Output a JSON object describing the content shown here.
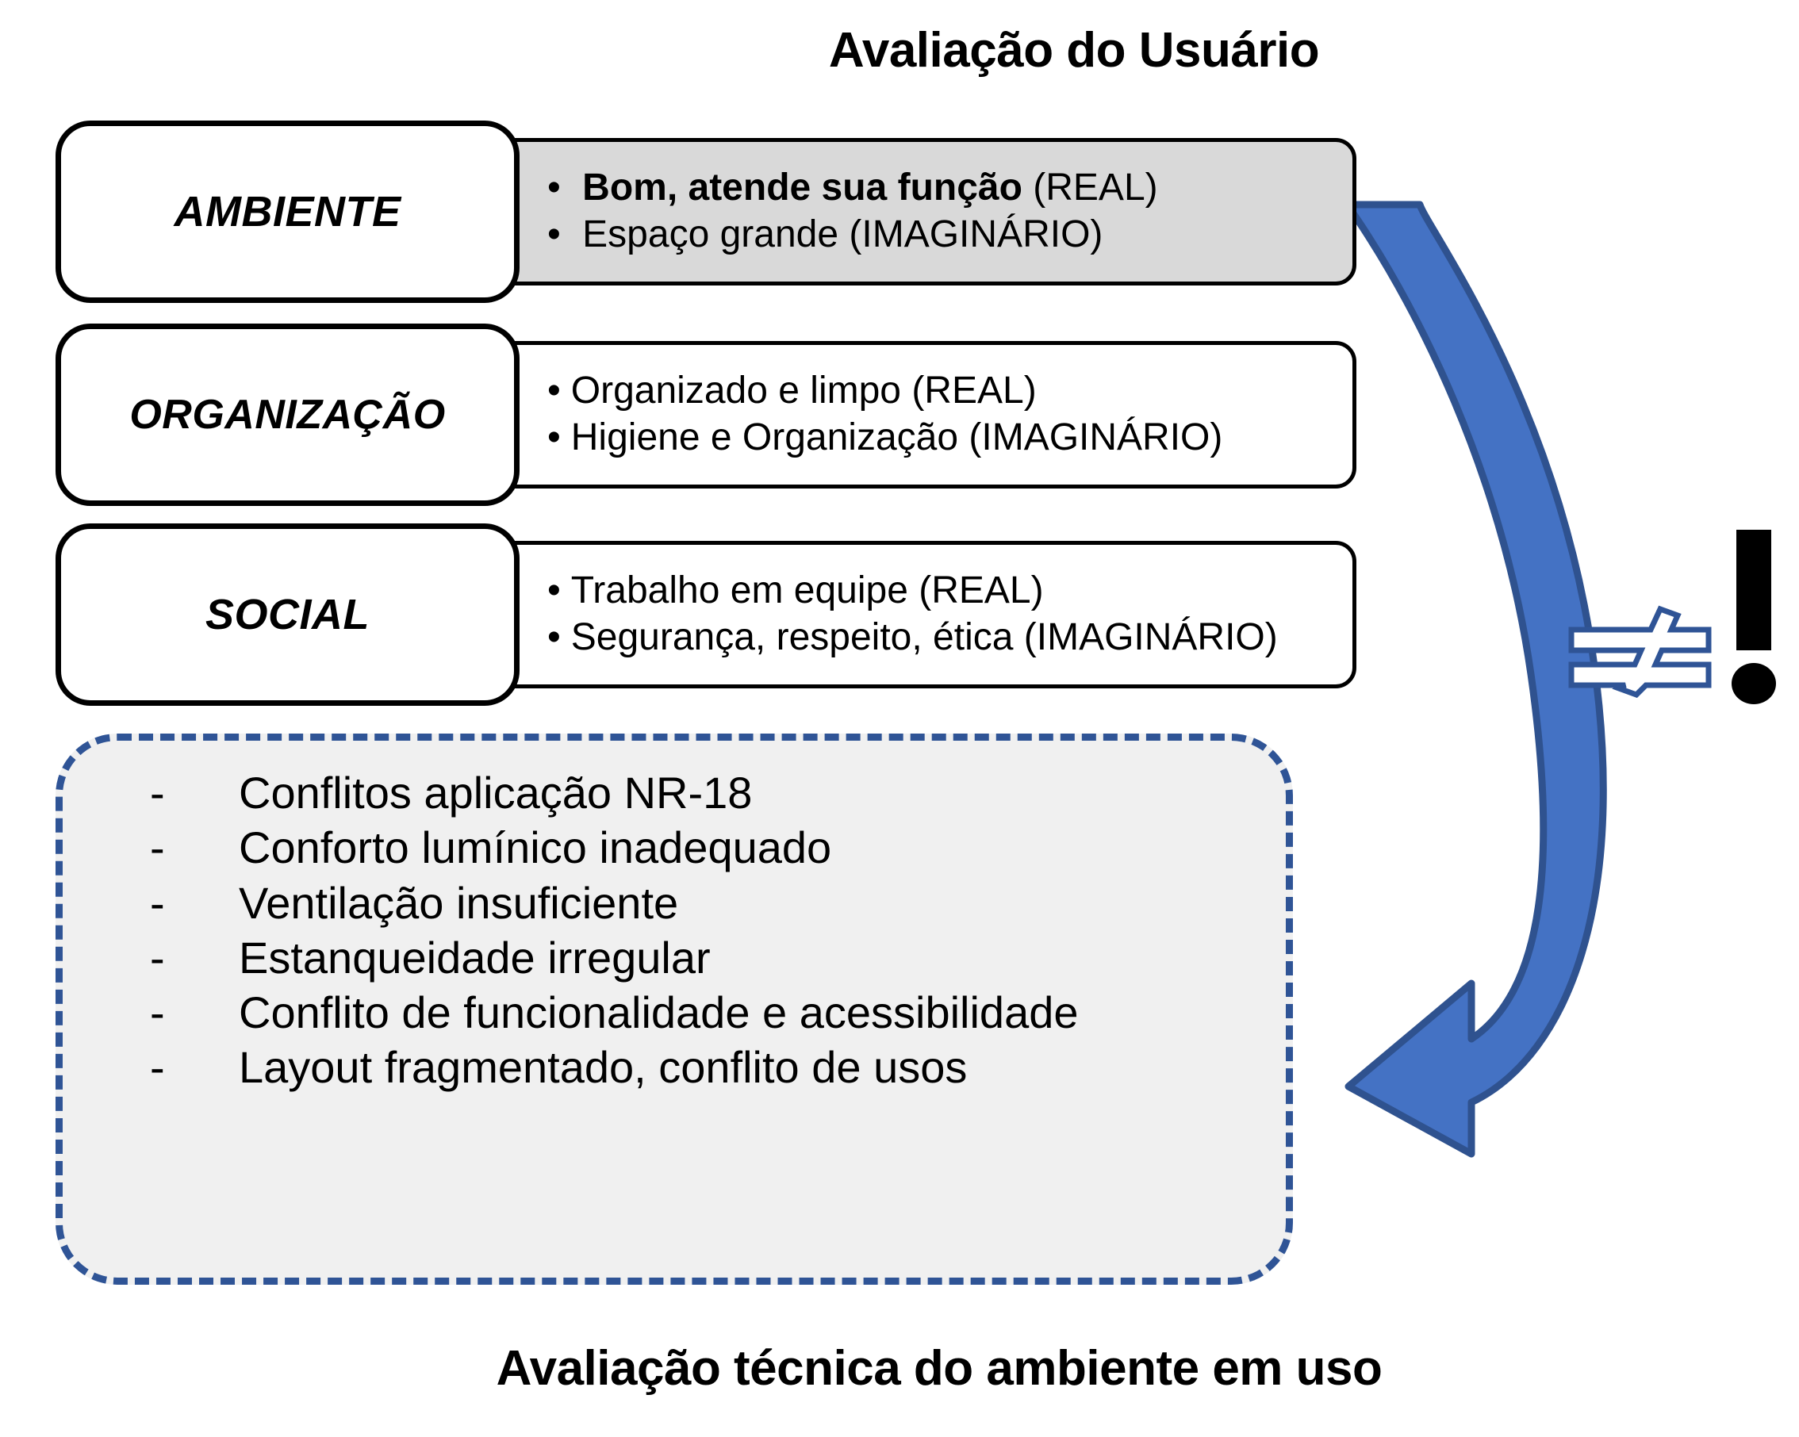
{
  "colors": {
    "arrow_fill": "#4472C4",
    "arrow_stroke": "#2F528F",
    "dashed_border": "#2F5496",
    "dashed_fill": "#F0F0F0",
    "shaded_row_fill": "#D9D9D9",
    "box_border": "#000000",
    "text": "#000000"
  },
  "titles": {
    "top": "Avaliação do Usuário",
    "bottom": "Avaliação técnica do ambiente em uso"
  },
  "user_evaluation": {
    "rows": [
      {
        "category": "AMBIENTE",
        "shaded": true,
        "items": [
          {
            "bullet": "•",
            "strong": "Bom, atende sua função",
            "rest": " (REAL)"
          },
          {
            "bullet": "•",
            "strong": "",
            "rest": "Espaço grande (IMAGINÁRIO)"
          }
        ]
      },
      {
        "category": "ORGANIZAÇÃO",
        "shaded": false,
        "items": [
          {
            "bullet": "•",
            "strong": "",
            "rest": "Organizado e limpo (REAL)"
          },
          {
            "bullet": "•",
            "strong": "",
            "rest": "Higiene e Organização (IMAGINÁRIO)"
          }
        ]
      },
      {
        "category": "SOCIAL",
        "shaded": false,
        "items": [
          {
            "bullet": "•",
            "strong": "",
            "rest": "Trabalho em equipe (REAL)"
          },
          {
            "bullet": "•",
            "strong": "",
            "rest": "Segurança, respeito, ética (IMAGINÁRIO)"
          }
        ]
      }
    ]
  },
  "technical_evaluation": {
    "dash": "-",
    "items": [
      "Conflitos aplicação NR-18",
      "Conforto lumínico inadequado",
      "Ventilação insuficiente",
      "Estanqueidade irregular",
      "Conflito de funcionalidade e acessibilidade",
      "Layout fragmentado, conflito de usos"
    ]
  },
  "symbols": {
    "not_equal": "≠",
    "exclamation": "!",
    "arrow": "curved-down-left-arrow"
  }
}
